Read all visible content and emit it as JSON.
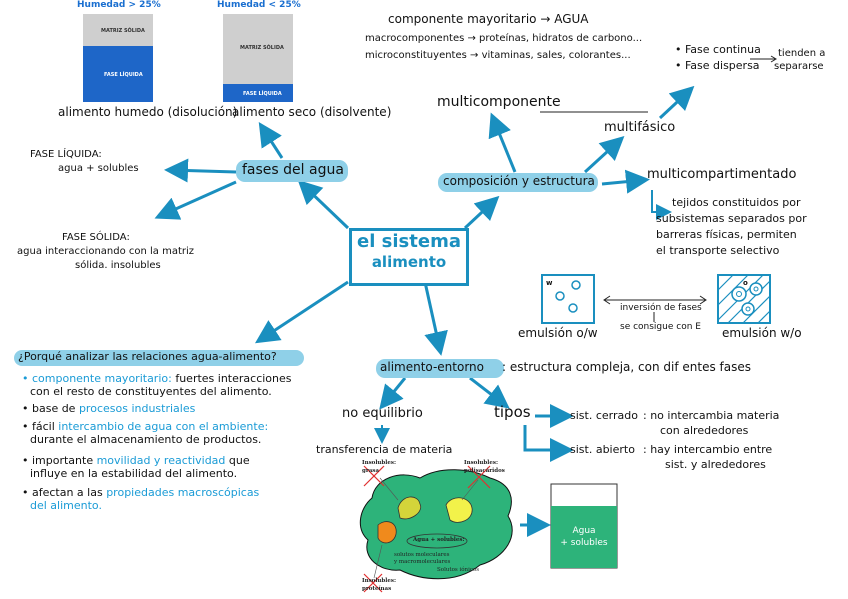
{
  "top_left": {
    "humid_high": "Humedad > 25%",
    "humid_low": "Humedad < 25%",
    "matriz": "MATRIZ SÓLIDA",
    "fase_liquida": "FASE LÍQUIDA",
    "caption_left": "alimento humedo (disolución)",
    "caption_right": "alimento seco (disolvente)"
  },
  "center": {
    "title_line1": "el sistema",
    "title_line2": "alimento"
  },
  "fases": {
    "label": "fases del agua",
    "liquida_title": "FASE LÍQUIDA:",
    "liquida_text": "agua + solubles",
    "solida_title": "FASE SÓLIDA:",
    "solida_line1": "agua interaccionando con la matriz",
    "solida_line2": "sólida. insolubles"
  },
  "composicion": {
    "label": "composición y estructura",
    "multicomponente": "multicomponente",
    "comp_line1": "componente mayoritario → AGUA",
    "comp_line2": "macrocomponentes → proteínas, hidratos de carbono...",
    "comp_line3": "microconstituyentes → vitaminas, sales, colorantes...",
    "multifasico": "multifásico",
    "fase_continua": "• Fase continua",
    "fase_dispersa": "• Fase dispersa",
    "tienden": "tienden a",
    "separarse": "separarse",
    "multicompartimentado": "multicompartimentado",
    "tejidos1": "tejidos constituidos por",
    "tejidos2": "subsistemas separados por",
    "tejidos3": "barreras físicas, permiten",
    "tejidos4": "el transporte selectivo"
  },
  "emulsion": {
    "ow": "emulsión o/w",
    "wo": "emulsión w/o",
    "inversion": "inversión de fases",
    "consigue": "se consigue con E",
    "w": "w",
    "o": "o"
  },
  "porque": {
    "question": "¿Porqué analizar las relaciones agua-alimento?",
    "b1a": "• componente mayoritario: ",
    "b1b": "fuertes interacciones",
    "b1c": "con el resto de constituyentes del alimento.",
    "b2a": "• base de ",
    "b2b": "procesos industriales",
    "b3a": "• fácil ",
    "b3b": "intercambio de agua con el ambiente:",
    "b3c": "durante el almacenamiento de productos.",
    "b4a": "• importante ",
    "b4b": "movilidad y reactividad",
    "b4c": " que",
    "b4d": "influye en la estabilidad del alimento.",
    "b5a": "• afectan a las ",
    "b5b": "propiedades macroscópicas",
    "b5c": "del alimento."
  },
  "entorno": {
    "label": "alimento-entorno",
    "desc": ": estructura compleja, con dif entes fases",
    "no_equilibrio": "no equilibrio",
    "transferencia": "transferencia de materia",
    "tipos": "tipos",
    "cerrado": "sist. cerrado",
    "cerrado_desc1": ": no intercambia materia",
    "cerrado_desc2": "con alrededores",
    "abierto": "sist. abierto",
    "abierto_desc1": ": hay intercambio entre",
    "abierto_desc2": "sist. y alrededores"
  },
  "blob": {
    "insol_grasa1": "Insolubles:",
    "insol_grasa2": "grasa",
    "insol_poli1": "Insolubles:",
    "insol_poli2": "polisacáridos",
    "agua_solubles": "Agua + solubles:",
    "solutos1": "solutos moleculares",
    "solutos2": "y macromoleculares",
    "solutos_ionicos": "Solutos iónicos",
    "insol_prot1": "Insolubles:",
    "insol_prot2": "proteínas"
  },
  "beaker": {
    "line1": "Agua",
    "line2": "+ solubles"
  },
  "colors": {
    "arrow": "#1a8fbf",
    "pill": "#8fd0e8",
    "blue_text": "#1a9bd6",
    "green": "#2db37a",
    "liquid_blue": "#1e66c8"
  }
}
